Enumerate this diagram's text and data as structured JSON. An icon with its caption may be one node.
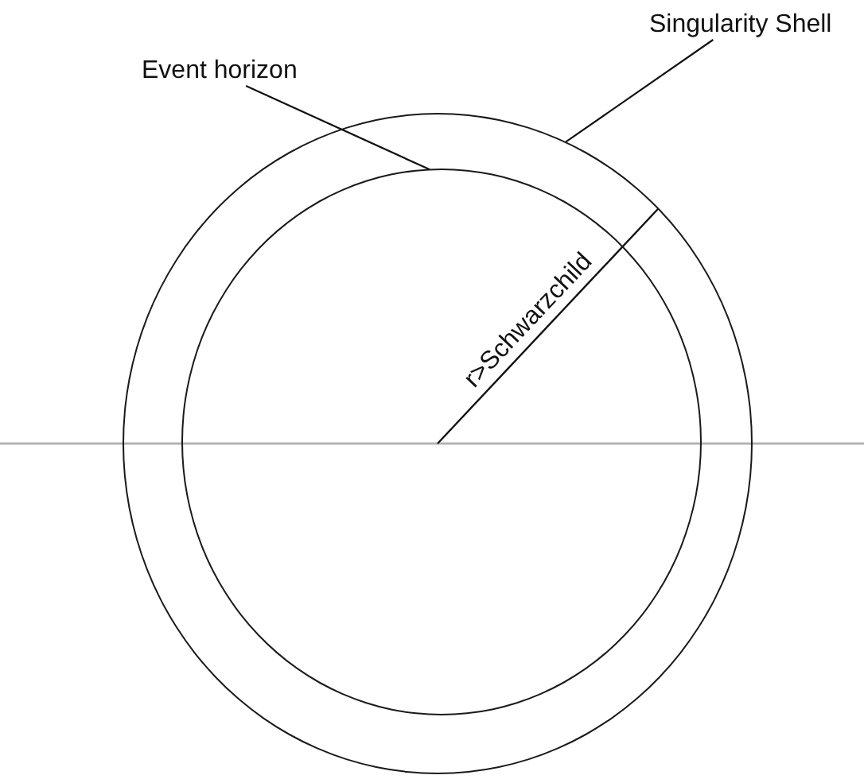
{
  "diagram": {
    "nodes": [
      {
        "text": [],
        "shape": "circle"
      },
      {
        "text": [],
        "shape": "circle",
        "in": 0
      },
      {
        "text": [
          "Singularity Shell"
        ]
      },
      {
        "text": [
          "Event horizon"
        ]
      }
    ],
    "edges": [
      {
        "from": 2,
        "to": 0,
        "arrow": "none"
      },
      {
        "from": 3,
        "to": 1,
        "arrow": "none"
      }
    ],
    "labels": [
      "r>Schwarzchild"
    ]
  }
}
